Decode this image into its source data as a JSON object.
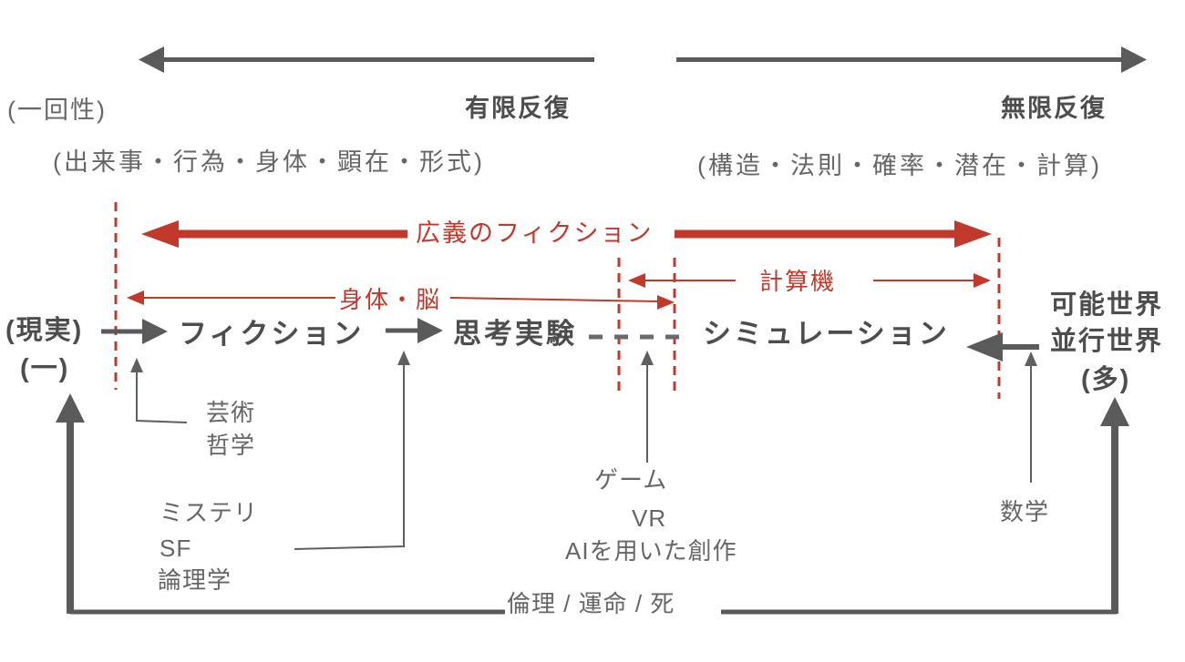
{
  "colors": {
    "red_accent": "#c0392b",
    "arrow_gray": "#5a5a5a",
    "bold_text_gray": "#4d4d4d",
    "label_gray": "#666666"
  },
  "top_axis": {
    "once_label": "(一回性)",
    "finite_label": "有限反復",
    "infinite_label": "無限反復",
    "left_sub_label": "(出来事・行為・身体・顕在・形式)",
    "right_sub_label": "(構造・法則・確率・潜在・計算)"
  },
  "red_axes": {
    "broad_fiction_label": "広義のフィクション",
    "body_brain_label": "身体・脳",
    "computer_label": "計算機"
  },
  "main_axis": {
    "reality_label": "(現実)",
    "one_label": "(一)",
    "fiction_label": "フィクション",
    "thought_experiment_label": "思考実験",
    "simulation_label": "シミュレーション",
    "possible_world_label": "可能世界",
    "parallel_world_label": "並行世界",
    "many_label": "(多)"
  },
  "annotations": {
    "art_label": "芸術",
    "philosophy_label": "哲学",
    "mystery_label": "ミステリ",
    "sf_label": "SF",
    "logic_label": "論理学",
    "game_label": "ゲーム",
    "vr_label": "VR",
    "ai_creation_label": "AIを用いた創作",
    "math_label": "数学",
    "ethics_fate_death_label": "倫理 / 運命 / 死"
  }
}
